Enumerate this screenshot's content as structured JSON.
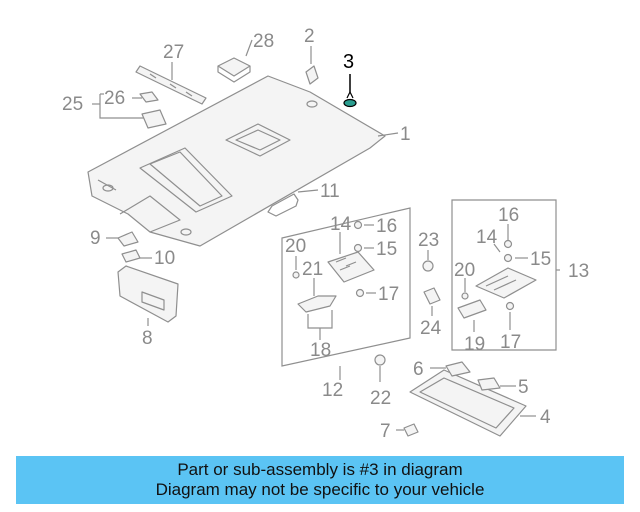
{
  "diagram": {
    "callouts": {
      "c1": "1",
      "c2": "2",
      "c3": "3",
      "c4": "4",
      "c5": "5",
      "c6": "6",
      "c7": "7",
      "c8": "8",
      "c9": "9",
      "c10": "10",
      "c11": "11",
      "c12": "12",
      "c13": "13",
      "c14a": "14",
      "c14b": "14",
      "c15a": "15",
      "c15b": "15",
      "c16a": "16",
      "c16b": "16",
      "c17a": "17",
      "c17b": "17",
      "c18": "18",
      "c19": "19",
      "c20a": "20",
      "c20b": "20",
      "c21": "21",
      "c22": "22",
      "c23": "23",
      "c24": "24",
      "c25": "25",
      "c26": "26",
      "c27": "27",
      "c28": "28"
    },
    "highlight_color": "#000000",
    "part_color": "#8f8f8f"
  },
  "banner": {
    "line1": "Part or sub-assembly is #3 in diagram",
    "line2": "Diagram may not be specific to your vehicle",
    "color": "#5bc4f4"
  }
}
